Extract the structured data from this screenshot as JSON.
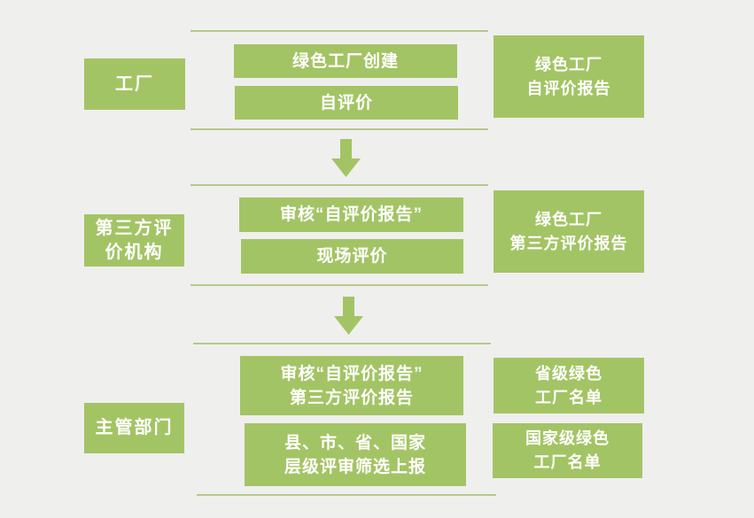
{
  "theme": {
    "background": "#efefee",
    "box_green": "#a3c464",
    "line_green": "#b6c98c",
    "text_white": "#ffffff"
  },
  "flowchart": {
    "rows": [
      {
        "actor": {
          "lines": [
            "工厂"
          ]
        },
        "steps": [
          {
            "lines": [
              "绿色工厂创建"
            ]
          },
          {
            "lines": [
              "自评价"
            ]
          }
        ],
        "outputs": [
          {
            "lines": [
              "绿色工厂",
              "自评价报告"
            ]
          }
        ]
      },
      {
        "actor": {
          "lines": [
            "第三方评",
            "价机构"
          ]
        },
        "steps": [
          {
            "lines": [
              "审核“自评价报告”"
            ]
          },
          {
            "lines": [
              "现场评价"
            ]
          }
        ],
        "outputs": [
          {
            "lines": [
              "绿色工厂",
              "第三方评价报告"
            ]
          }
        ]
      },
      {
        "actor": {
          "lines": [
            "主管部门"
          ]
        },
        "steps": [
          {
            "lines": [
              "审核“自评价报告”",
              "第三方评价报告"
            ]
          },
          {
            "lines": [
              "县、市、省、国家",
              "层级评审筛选上报"
            ]
          }
        ],
        "outputs": [
          {
            "lines": [
              "省级绿色",
              "工厂名单"
            ]
          },
          {
            "lines": [
              "国家级绿色",
              "工厂名单"
            ]
          }
        ]
      }
    ]
  }
}
